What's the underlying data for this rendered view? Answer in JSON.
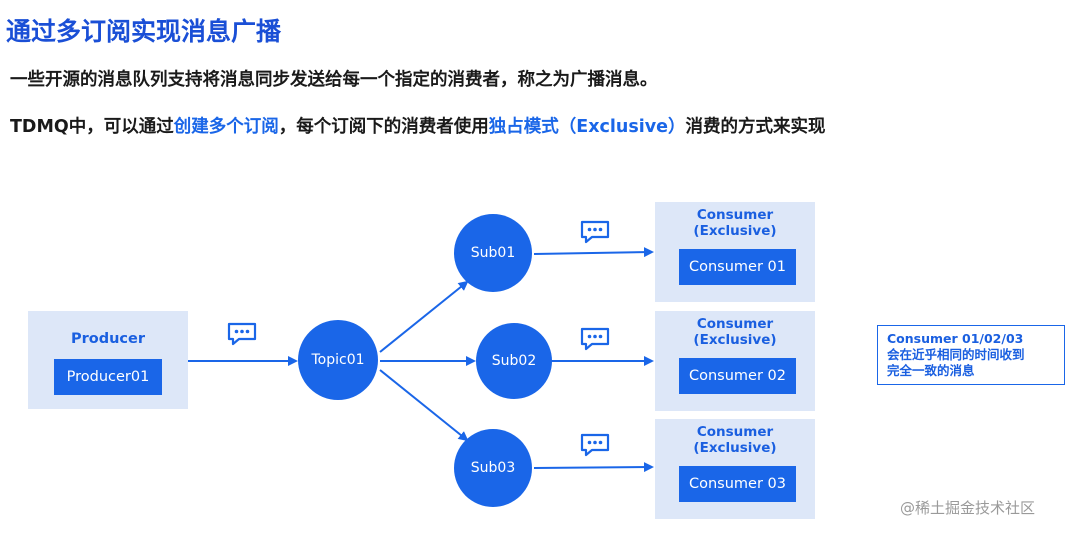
{
  "title": "通过多订阅实现消息广播",
  "line1": "一些开源的消息队列支持将消息同步发送给每一个指定的消费者，称之为广播消息。",
  "line2": {
    "p1": "TDMQ中，可以通过",
    "h1": "创建多个订阅",
    "p2": "，每个订阅下的消费者使用",
    "h2": "独占模式（Exclusive）",
    "p3": "消费的方式来实现"
  },
  "producer": {
    "title": "Producer",
    "box": "Producer01"
  },
  "topic": "Topic01",
  "subs": [
    "Sub01",
    "Sub02",
    "Sub03"
  ],
  "consumers": [
    {
      "title1": "Consumer",
      "title2": "(Exclusive)",
      "box": "Consumer 01"
    },
    {
      "title1": "Consumer",
      "title2": "(Exclusive)",
      "box": "Consumer 02"
    },
    {
      "title1": "Consumer",
      "title2": "(Exclusive)",
      "box": "Consumer 03"
    }
  ],
  "note": {
    "line1": "Consumer 01/02/03",
    "line2": "会在近乎相同的时间收到",
    "line3": "完全一致的消息"
  },
  "icon": "message-bubble-icon",
  "watermark": "@稀土掘金技术社区",
  "colors": {
    "accent": "#1a66e8",
    "panel": "#dde7f8",
    "title": "#1a4fd6"
  }
}
